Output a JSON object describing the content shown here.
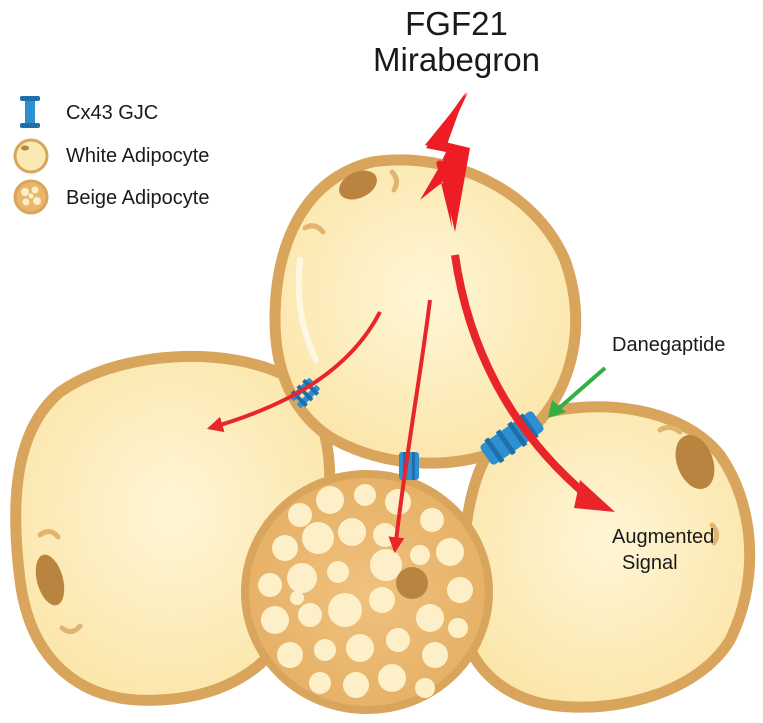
{
  "title": {
    "line1": "FGF21",
    "line2": "Mirabegron"
  },
  "legend": [
    {
      "label": "Cx43 GJC",
      "icon": "gap-junction-icon"
    },
    {
      "label": "White Adipocyte",
      "icon": "white-adipocyte-icon"
    },
    {
      "label": "Beige Adipocyte",
      "icon": "beige-adipocyte-icon"
    }
  ],
  "annotations": {
    "drug": "Danegaptide",
    "result_line1": "Augmented",
    "result_line2": "Signal"
  },
  "colors": {
    "cell_fill": "#fbe9b4",
    "cell_border": "#d9a45b",
    "nucleus": "#b9843f",
    "gap_junction": "#2e8fd1",
    "signal_arrow": "#e8262a",
    "drug_arrow": "#31b044",
    "stimulus_bolt": "#ee1c24"
  }
}
